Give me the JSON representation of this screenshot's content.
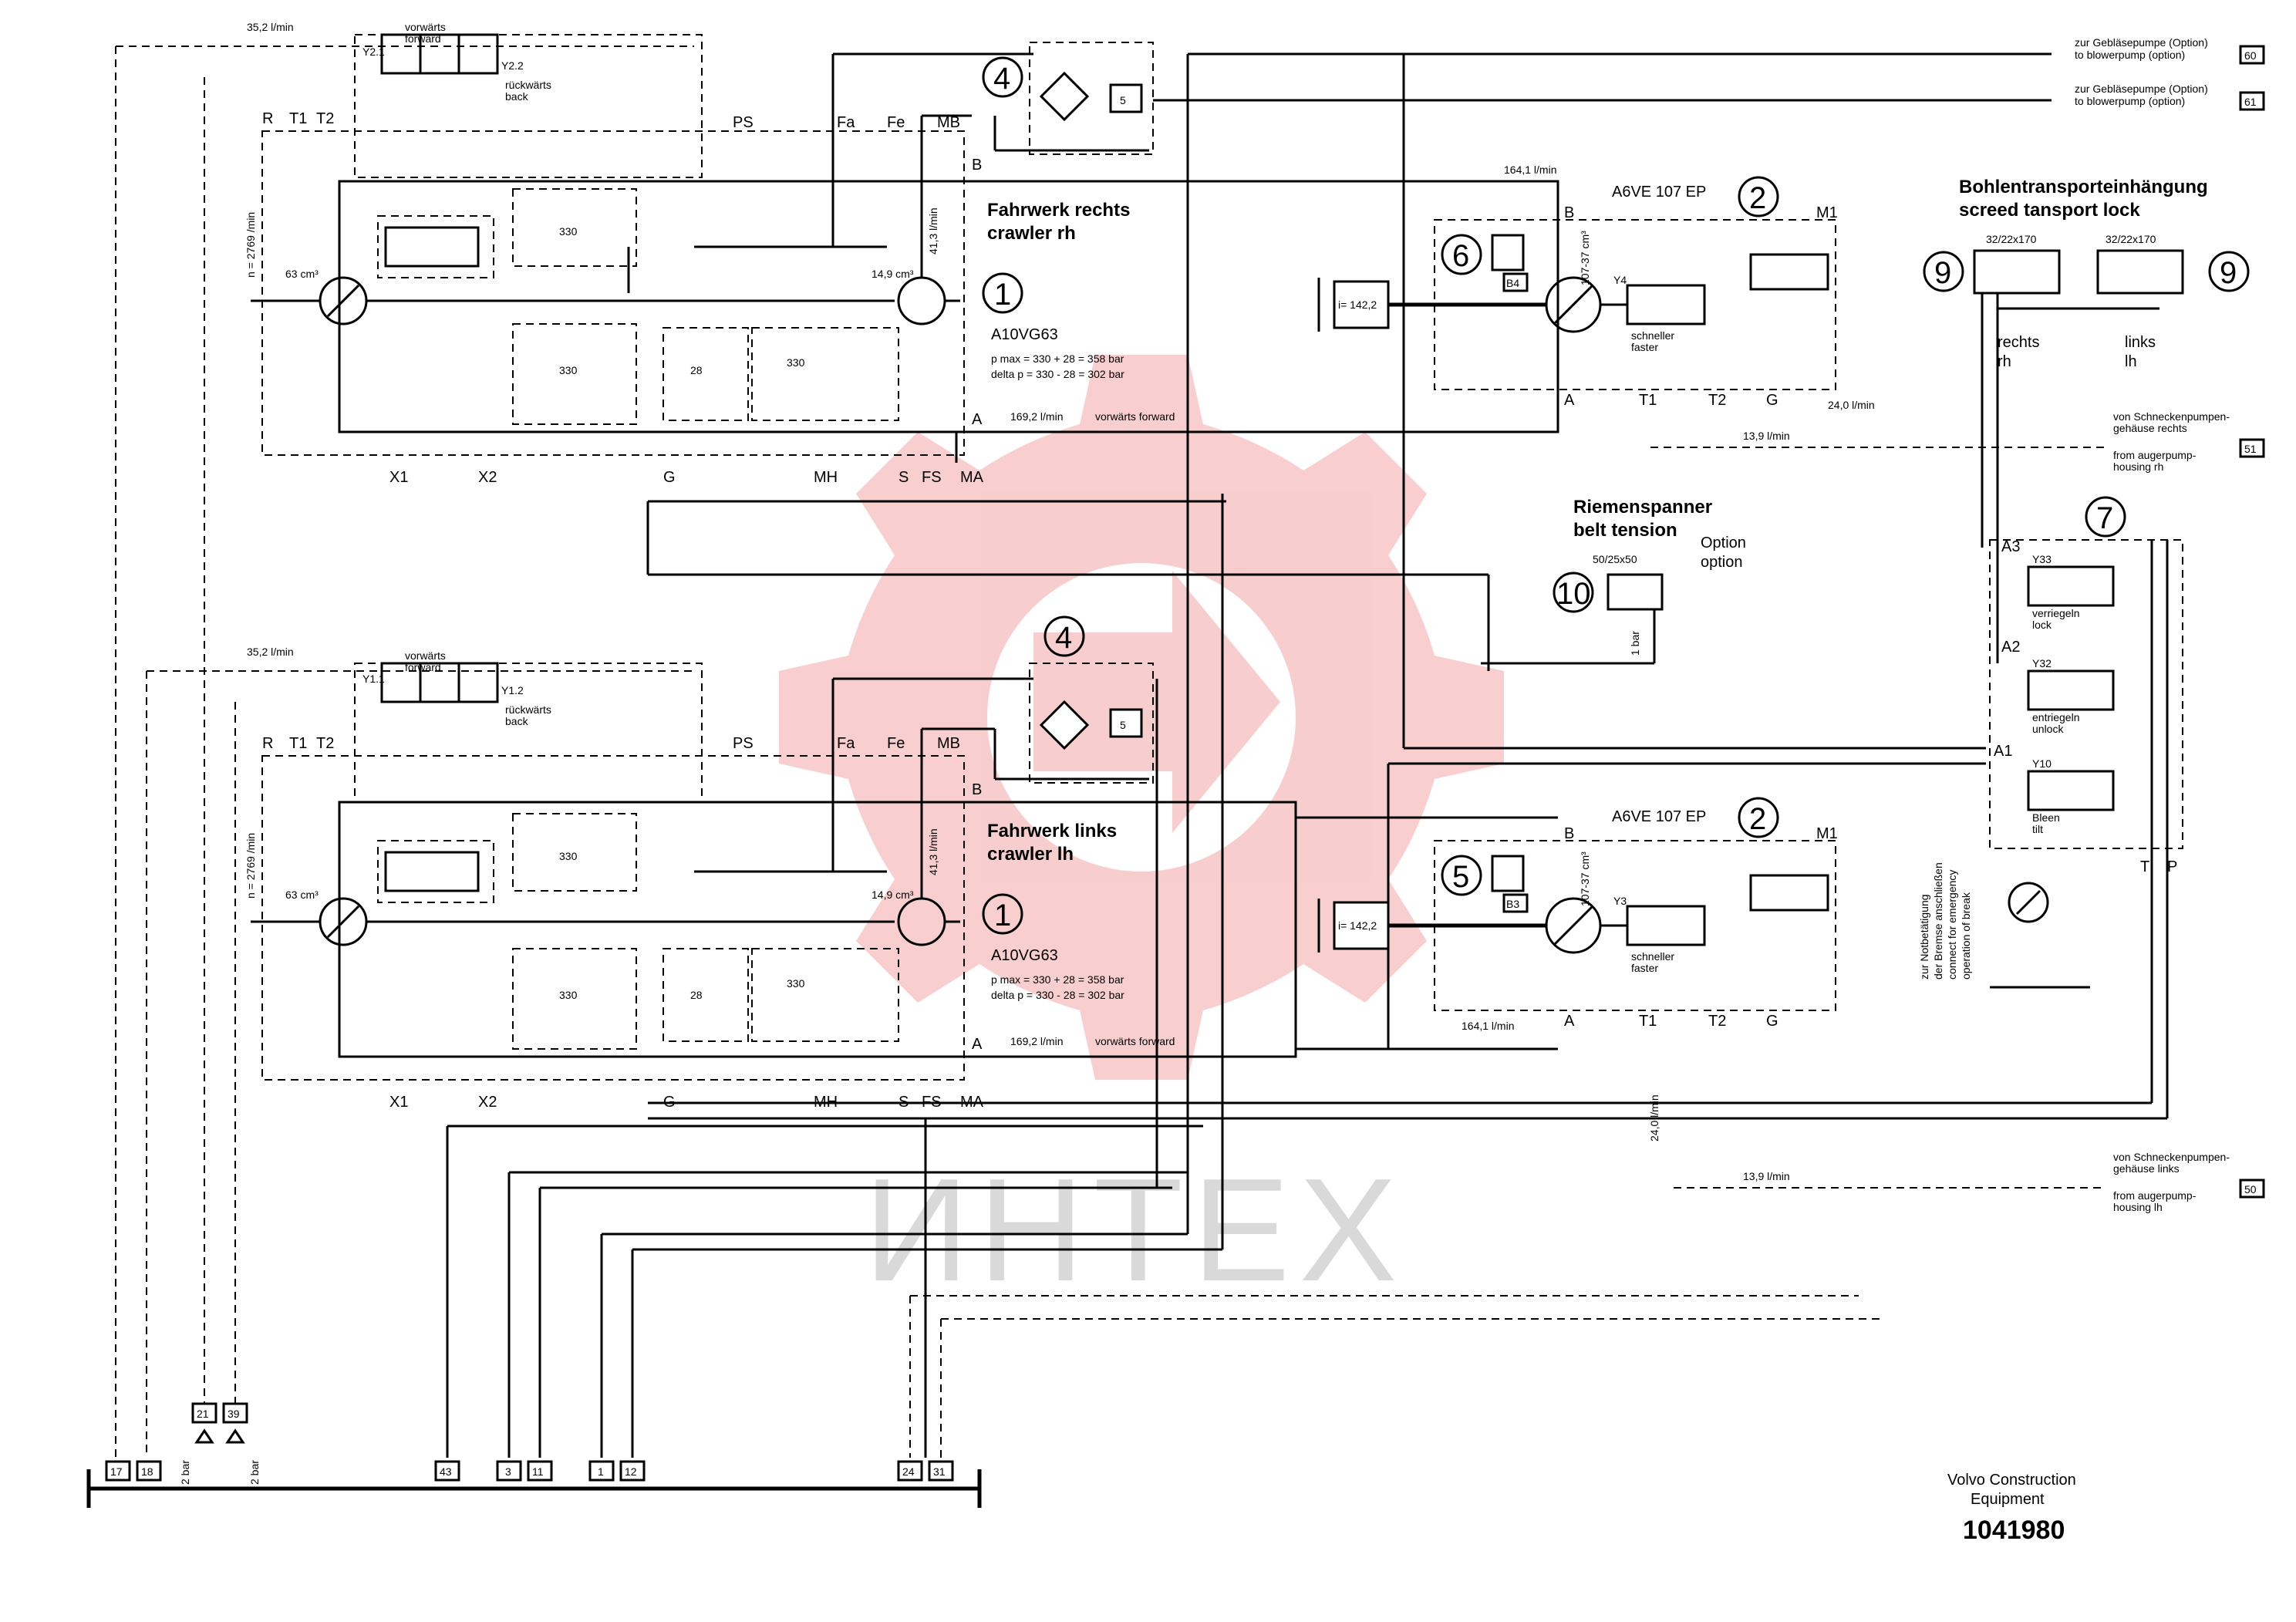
{
  "watermark": {
    "text": "ИНТЕХ",
    "gear_color": "#f4a6a6",
    "text_color": "#d9d9d9"
  },
  "footer": {
    "company_line1": "Volvo Construction",
    "company_line2": "Equipment",
    "doc_number": "1041980"
  },
  "crawler_rh": {
    "title_de": "Fahrwerk rechts",
    "title_en": "crawler rh",
    "model": "A10VG63",
    "pmax": "p max = 330 + 28 = 358 bar",
    "delta_p": "delta p = 330 - 28 = 302 bar",
    "flow_top": "35,2 l/min",
    "flow_forward": "169,2 l/min",
    "forward_label": "vorwärts forward",
    "speed": "n = 2769 /min",
    "disp": "63 cm³",
    "motor_disp": "14,9 cm³",
    "motor_flow": "41,3 l/min",
    "valve_a": "Y2.1",
    "valve_b": "Y2.2",
    "fwd_de": "vorwärts",
    "fwd_en": "forward",
    "back_de": "rückwärts",
    "back_en": "back",
    "item_num": "1",
    "filter_num": "4",
    "ports": [
      "R",
      "T1",
      "T2",
      "PS",
      "Fa",
      "Fe",
      "MB",
      "B",
      "A",
      "X1",
      "X2",
      "G",
      "MH",
      "S",
      "FS",
      "MA"
    ],
    "relief_1": "330",
    "relief_2": "330",
    "relief_3": "28",
    "relief_4": "330",
    "relief_5": "5"
  },
  "crawler_lh": {
    "title_de": "Fahrwerk links",
    "title_en": "crawler lh",
    "model": "A10VG63",
    "pmax": "p max = 330 + 28 = 358 bar",
    "delta_p": "delta p = 330 - 28 = 302 bar",
    "flow_top": "35,2 l/min",
    "flow_forward": "169,2 l/min",
    "forward_label": "vorwärts forward",
    "speed": "n = 2769 /min",
    "disp": "63 cm³",
    "motor_disp": "14,9 cm³",
    "motor_flow": "41,3 l/min",
    "valve_a": "Y1.1",
    "valve_b": "Y1.2",
    "fwd_de": "vorwärts",
    "fwd_en": "forward",
    "back_de": "rückwärts",
    "back_en": "back",
    "item_num": "1",
    "filter_num": "4",
    "ports": [
      "R",
      "T1",
      "T2",
      "PS",
      "Fa",
      "Fe",
      "MB",
      "B",
      "A",
      "X1",
      "X2",
      "G",
      "MH",
      "S",
      "FS",
      "MA"
    ],
    "relief_1": "330",
    "relief_2": "330",
    "relief_3": "28",
    "relief_4": "330",
    "relief_5": "5"
  },
  "motor_upper": {
    "model": "A6VE 107 EP",
    "item_num": "2",
    "sensor_num": "6",
    "sensor_tag": "B4",
    "valve_tag": "Y4",
    "ratio": "i= 142,2",
    "disp": "107-37 cm³",
    "flow_in": "164,1 l/min",
    "flow_case": "24,0 l/min",
    "faster_de": "schneller",
    "faster_en": "faster",
    "ports": [
      "B",
      "M1",
      "A",
      "T1",
      "T2",
      "G"
    ]
  },
  "motor_lower": {
    "model": "A6VE 107 EP",
    "item_num": "2",
    "sensor_num": "5",
    "sensor_tag": "B3",
    "valve_tag": "Y3",
    "ratio": "i= 142,2",
    "disp": "107-37 cm³",
    "flow_in": "164,1 l/min",
    "flow_case": "24,0 l/min",
    "faster_de": "schneller",
    "faster_en": "faster",
    "ports": [
      "B",
      "M1",
      "A",
      "T1",
      "T2",
      "G"
    ]
  },
  "screed_lock": {
    "title_de": "Bohlentransporteinhängung",
    "title_en": "screed tansport lock",
    "cyl_left": "32/22x170",
    "cyl_right": "32/22x170",
    "item_num": "9",
    "rechts": "rechts",
    "rh": "rh",
    "links": "links",
    "lh": "lh"
  },
  "belt_tension": {
    "title_de": "Riemenspanner",
    "title_en": "belt tension",
    "option_de": "Option",
    "option_en": "option",
    "cyl": "50/25x50",
    "item_num": "10",
    "check": "1 bar"
  },
  "valve_block": {
    "item_num": "7",
    "ports": [
      "A3",
      "A2",
      "A1",
      "T",
      "P"
    ],
    "y33_tag": "Y33",
    "y33_de": "verriegeln",
    "y33_en": "lock",
    "y32_tag": "Y32",
    "y32_de": "entriegeln",
    "y32_en": "unlock",
    "y10_tag": "Y10",
    "y10_de": "Bleen",
    "y10_en": "tilt",
    "brake_note": [
      "zur Notbetätigung",
      "der Bremse anschließen",
      "connect for emergency",
      "operation of break"
    ]
  },
  "right_connections": [
    {
      "tag": "60",
      "de": "zur Gebläsepumpe (Option)",
      "en": "to blowerpump (option)"
    },
    {
      "tag": "61",
      "de": "zur Gebläsepumpe (Option)",
      "en": "to blowerpump (option)"
    },
    {
      "tag": "51",
      "de": "von Schneckenpumpen-",
      "de2": "gehäuse rechts",
      "en": "from augerpump-",
      "en2": "housing rh",
      "flow": "13,9 l/min"
    },
    {
      "tag": "50",
      "de": "von Schneckenpumpen-",
      "de2": "gehäuse links",
      "en": "from augerpump-",
      "en2": "housing lh",
      "flow": "13,9 l/min"
    }
  ],
  "bottom_connections": [
    "17",
    "18",
    "43",
    "3",
    "11",
    "1",
    "12",
    "24",
    "31"
  ],
  "check_connections": [
    "21",
    "39"
  ],
  "check_label": "2 bar",
  "lower_case_flow": "24,0 l/min"
}
